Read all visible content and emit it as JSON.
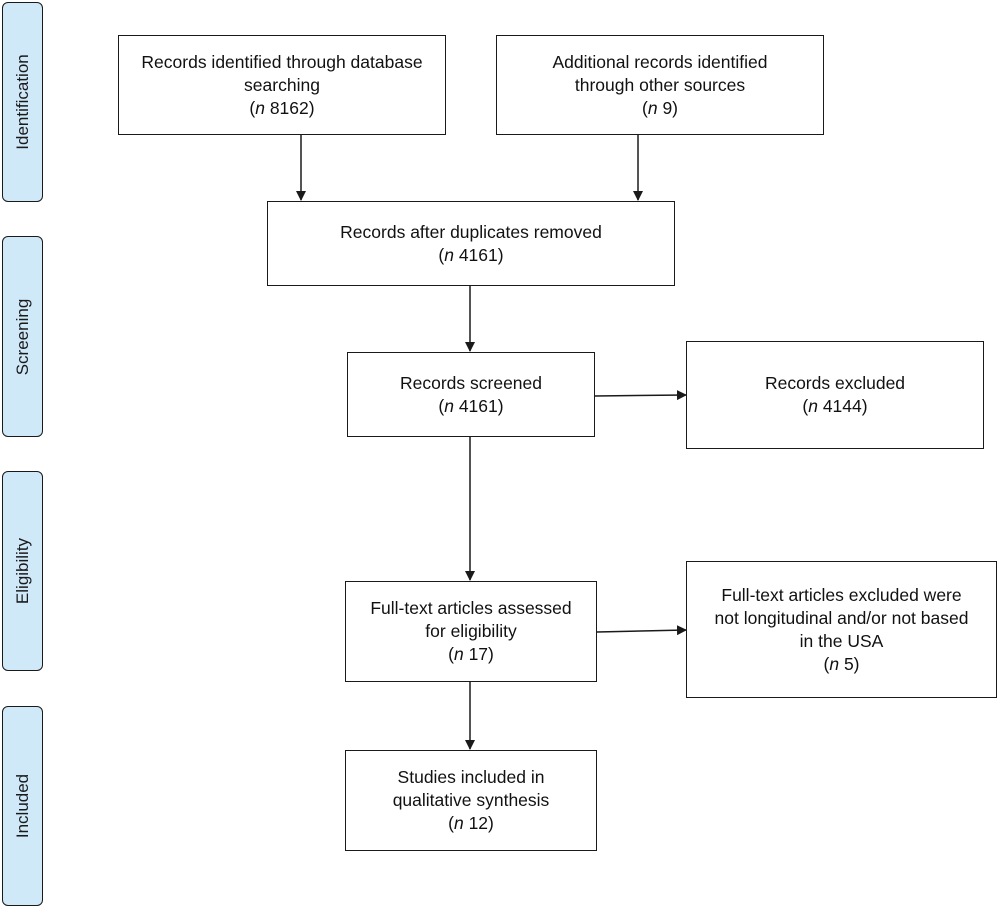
{
  "phases": {
    "identification": "Identification",
    "screening": "Screening",
    "eligibility": "Eligibility",
    "included": "Included"
  },
  "boxes": {
    "database_search": {
      "line1": "Records identified through database",
      "line2": "searching",
      "n_prefix": "n",
      "n_value": "8162"
    },
    "other_sources": {
      "line1": "Additional records identified",
      "line2": "through other sources",
      "n_prefix": "n",
      "n_value": "9"
    },
    "duplicates_removed": {
      "line1": "Records after duplicates removed",
      "n_prefix": "n",
      "n_value": "4161"
    },
    "screened": {
      "line1": "Records screened",
      "n_prefix": "n",
      "n_value": "4161"
    },
    "excluded": {
      "line1": "Records excluded",
      "n_prefix": "n",
      "n_value": "4144"
    },
    "full_text_assessed": {
      "line1": "Full-text articles assessed",
      "line2": "for eligibility",
      "n_prefix": "n",
      "n_value": "17"
    },
    "full_text_excluded": {
      "line1": "Full-text articles excluded were",
      "line2": "not longitudinal and/or not based",
      "line3": "in the USA",
      "n_prefix": "n",
      "n_value": "5"
    },
    "included_studies": {
      "line1": "Studies included in",
      "line2": "qualitative synthesis",
      "n_prefix": "n",
      "n_value": "12"
    }
  }
}
